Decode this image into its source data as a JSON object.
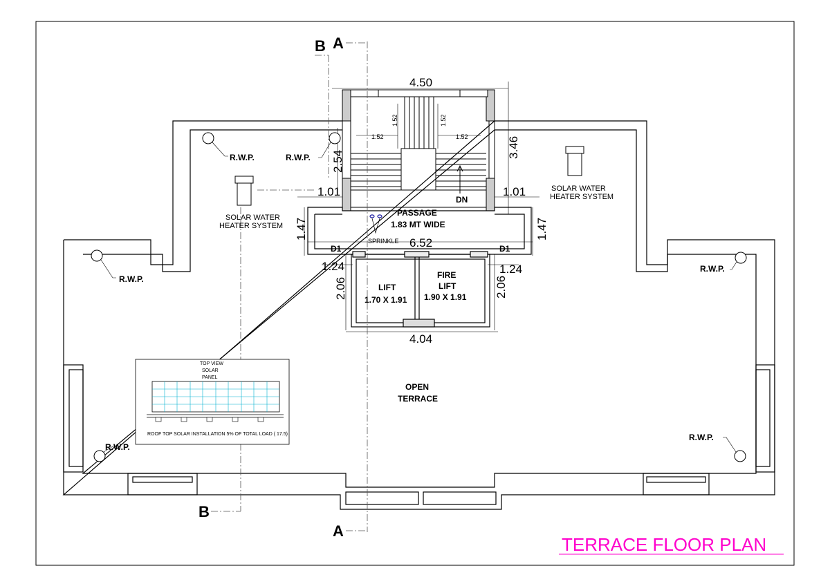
{
  "title": "TERRACE FLOOR PLAN",
  "colors": {
    "title": "#ff00cc",
    "lines": "#000000",
    "panel_grid": "#00b0d0",
    "sprinkler": "#1a1aa0"
  },
  "sections": {
    "a_top": "A",
    "a_bottom": "A",
    "b_top": "B",
    "b_bottom": "B"
  },
  "rooms": {
    "passage_1": "PASSAGE",
    "passage_2": "1.83 MT WIDE",
    "sprinkle": "SPRINKLE",
    "lift_1": "LIFT",
    "lift_2": "1.70 X 1.91",
    "fire_lift_1": "FIRE",
    "fire_lift_2": "LIFT",
    "fire_lift_3": "1.90 X 1.91",
    "open_terrace_1": "OPEN",
    "open_terrace_2": "TERRACE",
    "dn": "DN",
    "door_left": "D1",
    "door_right": "D1"
  },
  "rwp": [
    "R.W.P.",
    "R.W.P.",
    "R.W.P.",
    "R.W.P.",
    "R.W.P.",
    "R.W.P."
  ],
  "solar_heater": {
    "left_1": "SOLAR WATER",
    "left_2": "HEATER SYSTEM",
    "right_1": "SOLAR WATER",
    "right_2": "HEATER SYSTEM"
  },
  "dimensions": {
    "stair_width": "4.50",
    "stair_height_right": "3.46",
    "stair_height_left": "2.54",
    "flight_a": "1.52",
    "flight_b": "1.52",
    "flight_c": "1.52",
    "flight_d": "1.52",
    "wall_left": "1.01",
    "wall_right": "1.01",
    "passage_left": "1.47",
    "passage_right": "1.47",
    "passage_width": "6.52",
    "lift_left_offset": "1.24",
    "lift_right_offset": "1.24",
    "lift_left_height": "2.06",
    "lift_right_height": "2.06",
    "lift_width": "4.04"
  },
  "solar_panel_inset": {
    "top_view": "TOP VIEW",
    "solar": "SOLAR",
    "panel": "PANEL",
    "caption": "ROOF TOP SOLAR INSTALLATION 5% OF TOTAL LOAD  ( 17.5)"
  }
}
